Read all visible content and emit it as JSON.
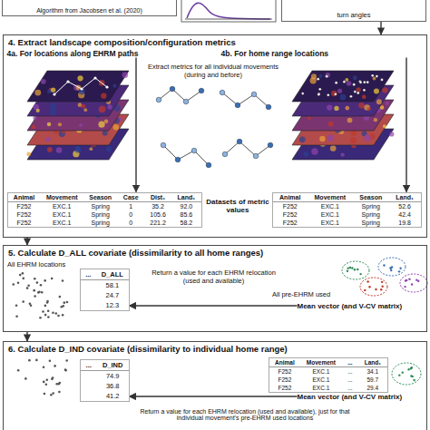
{
  "diagram": {
    "nodes": [
      {
        "text": [
          "Algorithm from Jacobsen et al. (2020)"
        ]
      },
      {
        "text": [
          "turn angles"
        ]
      },
      {
        "text": [
          "4. Extract landscape composition/configuration metrics"
        ]
      },
      {
        "text": [
          "4a. For locations along EHRM paths"
        ],
        "in": 2
      },
      {
        "text": [
          "4b. For home range locations"
        ],
        "in": 2
      },
      {
        "text": [
          "Animal",
          "Movement",
          "Season",
          "Case",
          "Dist₁",
          "Land₁",
          "F252",
          "EXC.1",
          "Spring",
          "1",
          "35.2",
          "92.0",
          "F252",
          "EXC.1",
          "Spring",
          "0",
          "105.6",
          "85.6",
          "F252",
          "EXC.1",
          "Spring",
          "0",
          "221.2",
          "58.2"
        ],
        "in": 2
      },
      {
        "text": [
          "Animal",
          "Movement",
          "Season",
          "Land₁",
          "F252",
          "EXC.1",
          "Spring",
          "52.6",
          "F252",
          "EXC.1",
          "Spring",
          "42.4",
          "F252",
          "EXC.1",
          "Spring",
          "19.8"
        ],
        "in": 2
      },
      {
        "text": [
          "5. Calculate D_ALL covariate (dissimilarity to all home ranges)"
        ]
      },
      {
        "text": [
          "...",
          "D_ALL",
          "58.1",
          "24.7",
          "12.3"
        ],
        "in": 7
      },
      {
        "text": [
          "Mean vector (and V-CV matrix)"
        ],
        "in": 7
      },
      {
        "text": [
          "6. Calculate D_IND covariate (dissimilarity to individual home range)"
        ]
      },
      {
        "text": [
          "...",
          "D_IND",
          "74.9",
          "36.8",
          "41.2"
        ],
        "in": 10
      },
      {
        "text": [
          "Animal",
          "Movement",
          "...",
          "Land₁",
          "F252",
          "EXC.1",
          "...",
          "34.1",
          "F252",
          "EXC.1",
          "...",
          "59.7",
          "F252",
          "EXC.1",
          "...",
          "29.4"
        ],
        "in": 10
      },
      {
        "text": [
          "Mean vector (and V-CV matrix)"
        ],
        "in": 10
      }
    ],
    "edges": [
      {
        "from": 1,
        "to": 2,
        "arrow": "to"
      },
      {
        "from": 3,
        "to": 5,
        "arrow": "to"
      },
      {
        "from": 4,
        "to": 6,
        "arrow": "to"
      },
      {
        "from": 2,
        "to": 7,
        "arrow": "to"
      },
      {
        "from": 9,
        "to": 8,
        "arrow": "to"
      },
      {
        "from": 7,
        "to": 10,
        "arrow": "to"
      },
      {
        "from": 13,
        "to": 11,
        "arrow": "to"
      }
    ],
    "labels": [
      "Extract metrics for all individual movements (during and before)",
      "Datasets of metric values",
      "All EHRM locations",
      "Return a value for each EHRM relocation (used and available)",
      "All pre-EHRM used",
      "Return a value for each EHRM relocation (used and available), just for that individual movement's pre-EHRM used locations"
    ]
  }
}
